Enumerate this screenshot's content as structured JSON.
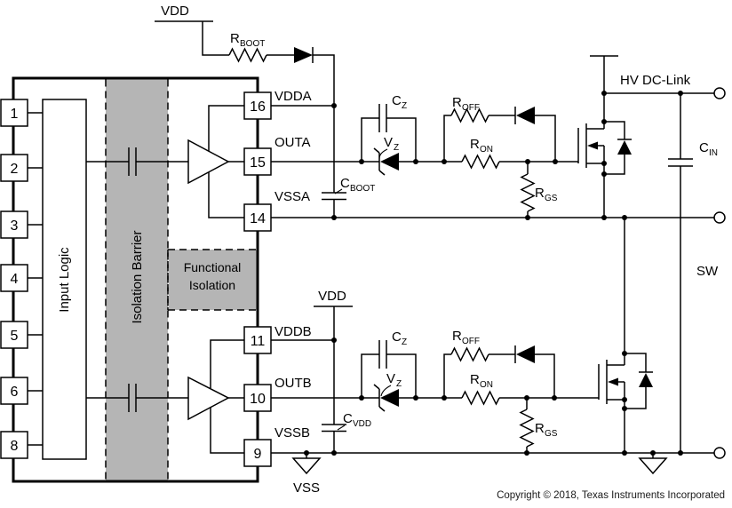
{
  "chip": {
    "input_logic_label": "Input Logic",
    "isolation_barrier_label": "Isolation Barrier",
    "functional_isolation": {
      "line1": "Functional",
      "line2": "Isolation"
    },
    "left_pins": [
      "1",
      "2",
      "3",
      "4",
      "5",
      "6",
      "8"
    ],
    "right_pins": [
      {
        "num": "16",
        "label": "VDDA"
      },
      {
        "num": "15",
        "label": "OUTA"
      },
      {
        "num": "14",
        "label": "VSSA"
      },
      {
        "num": "11",
        "label": "VDDB"
      },
      {
        "num": "10",
        "label": "OUTB"
      },
      {
        "num": "9",
        "label": "VSSB"
      }
    ]
  },
  "power": {
    "vdd_top": "VDD",
    "vdd_bottom": "VDD",
    "vss": "VSS"
  },
  "power_stage": {
    "hv_dc_link": "HV DC-Link",
    "sw": "SW"
  },
  "components": {
    "r_boot": {
      "main": "R",
      "sub": "BOOT"
    },
    "c_boot": {
      "main": "C",
      "sub": "BOOT"
    },
    "c_vdd": {
      "main": "C",
      "sub": "VDD"
    },
    "c_in": {
      "main": "C",
      "sub": "IN"
    },
    "a": {
      "c_z": {
        "main": "C",
        "sub": "Z"
      },
      "v_z": {
        "main": "V",
        "sub": "Z"
      },
      "r_off": {
        "main": "R",
        "sub": "OFF"
      },
      "r_on": {
        "main": "R",
        "sub": "ON"
      },
      "r_gs": {
        "main": "R",
        "sub": "GS"
      }
    },
    "b": {
      "c_z": {
        "main": "C",
        "sub": "Z"
      },
      "v_z": {
        "main": "V",
        "sub": "Z"
      },
      "r_off": {
        "main": "R",
        "sub": "OFF"
      },
      "r_on": {
        "main": "R",
        "sub": "ON"
      },
      "r_gs": {
        "main": "R",
        "sub": "GS"
      }
    }
  },
  "footer": {
    "copyright": "Copyright © 2018, Texas Instruments Incorporated"
  },
  "colors": {
    "isolation_fill": "#b5b5b5",
    "line": "#000000",
    "background": "#ffffff"
  }
}
